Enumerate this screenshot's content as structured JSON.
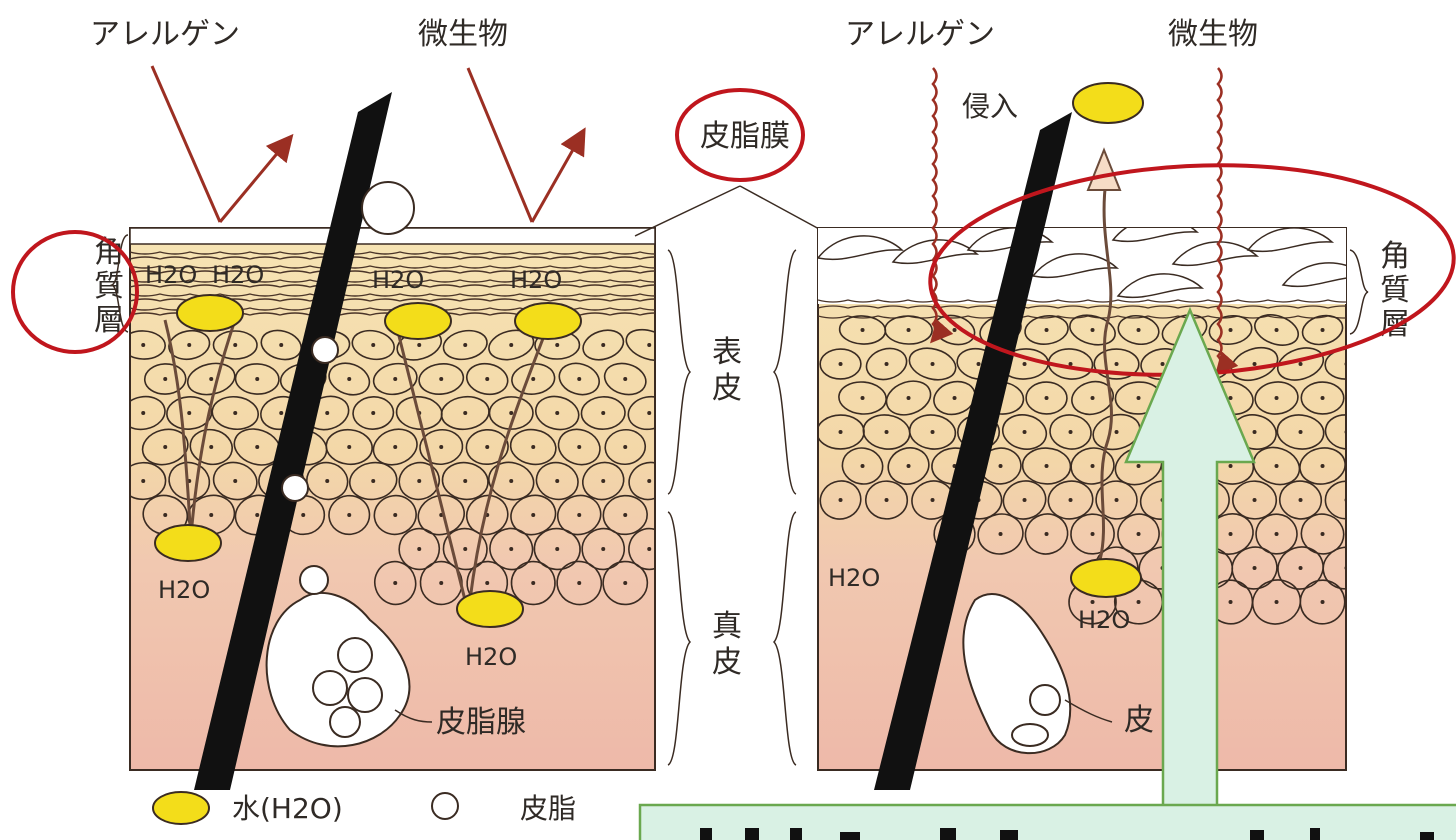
{
  "left_panel": {
    "allergen": "アレルゲン",
    "microbe": "微生物",
    "sebum_film": "皮脂膜",
    "stratum_corneum": [
      "角",
      "質",
      "層"
    ],
    "water_labels": [
      "H2O",
      "H2O",
      "H2O",
      "H2O",
      "H2O",
      "H2O"
    ],
    "sebaceous_gland": "皮脂腺"
  },
  "middle_labels": {
    "epidermis": [
      "表",
      "皮"
    ],
    "dermis": [
      "真",
      "皮"
    ]
  },
  "right_panel": {
    "allergen": "アレルゲン",
    "microbe": "微生物",
    "invasion": "侵入",
    "stratum_corneum": [
      "角",
      "質",
      "層"
    ],
    "water_labels": [
      "H2O",
      "H2O"
    ],
    "sebaceous_gland_partial": "皮"
  },
  "legend": {
    "water": "水(H2O)",
    "sebum": "皮脂"
  },
  "colors": {
    "highlight_circle": "#c0161d",
    "arrow_brown": "#9b2f23",
    "water_yellow": "#f3dd1a",
    "epidermis": "#f6dfa6",
    "dermis": "#f2c6b0",
    "callout_fill": "#d9f1e4",
    "callout_border": "#6aa84f"
  }
}
